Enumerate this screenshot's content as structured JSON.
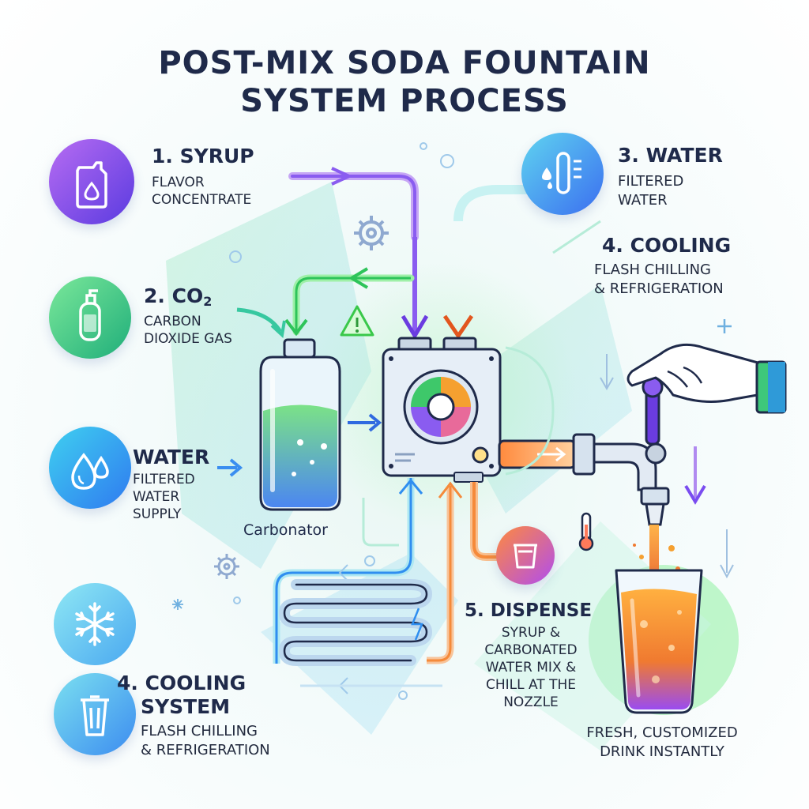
{
  "title": {
    "line1": "POST-MIX SODA FOUNTAIN",
    "line2": "SYSTEM PROCESS"
  },
  "steps": {
    "syrup": {
      "title": "1. SYRUP",
      "desc": "FLAVOR\nCONCENTRATE",
      "icon": "jug-icon"
    },
    "co2": {
      "title_main": "2. CO",
      "title_sub": "2",
      "desc": "CARBON\nDIOXIDE GAS",
      "icon": "gas-cylinder-icon"
    },
    "water": {
      "title": "3. WATER",
      "desc": "FILTERED\nWATER",
      "icon": "thermometer-droplet-icon"
    },
    "cooling": {
      "title": "4. COOLING",
      "desc": "FLASH CHILLING\n& REFRIGERATION"
    },
    "water_supply": {
      "title": "WATER",
      "desc": "FILTERED\nWATER\nSUPPLY",
      "icon": "water-drops-icon"
    },
    "cooling_system": {
      "title_line1": "4. COOLING",
      "title_line2": "SYSTEM",
      "desc": "FLASH CHILLING\n& REFRIGERATION",
      "icon": "trash-bin-icon"
    },
    "dispense": {
      "title": "5. DISPENSE",
      "desc": "SYRUP &\nCARBONATED\nWATER MIX &\nCHILL AT THE\nNOZZLE",
      "icon": "cup-icon"
    }
  },
  "carbonator_label": "Carbonator",
  "result": "FRESH, CUSTOMIZED\nDRINK INSTANTLY",
  "colors": {
    "syrup_purple": "#8a5cf0",
    "co2_green": "#3ecf6a",
    "water_blue": "#3aa0f0",
    "orange": "#f58a3a",
    "navy": "#1f2a4a"
  }
}
